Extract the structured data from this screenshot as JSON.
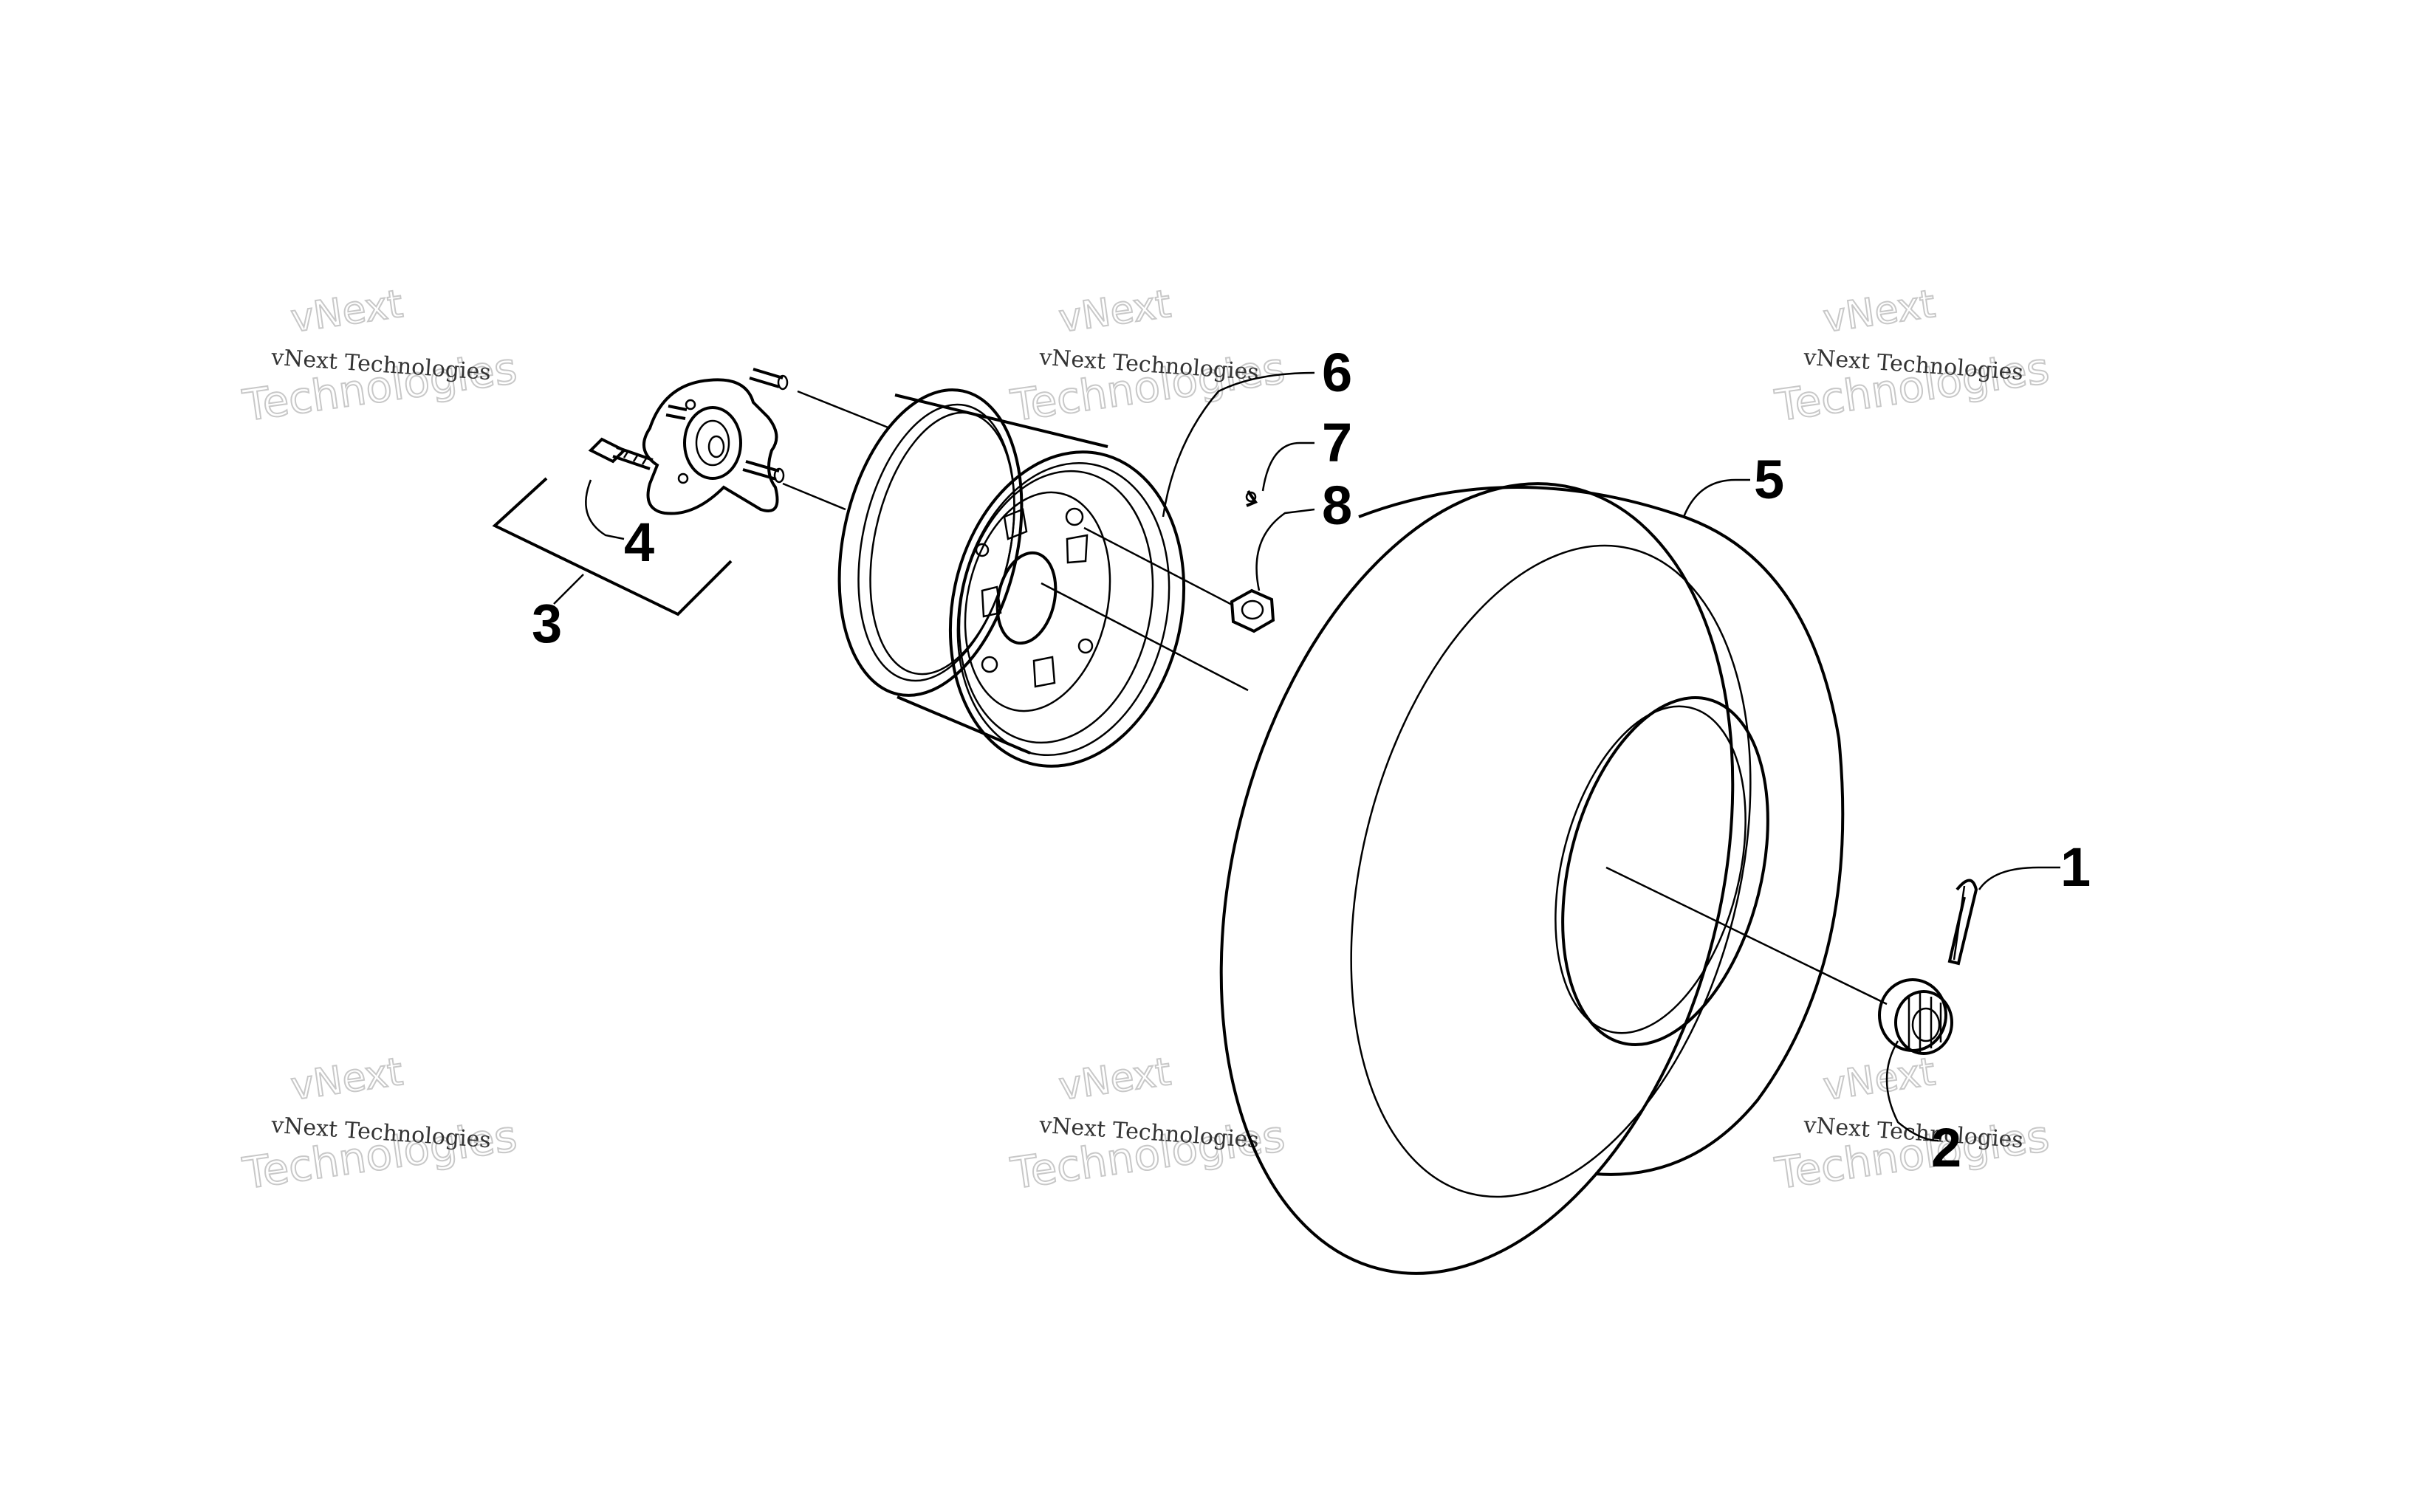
{
  "diagram": {
    "callouts": [
      "1",
      "2",
      "3",
      "4",
      "5",
      "6",
      "7",
      "8"
    ],
    "watermark": {
      "line_small": "vNext Technologies",
      "line_top": "vNext",
      "line_big": "Technologies"
    },
    "parts": [
      "hub",
      "hub-bolt",
      "rim",
      "tire",
      "axle-nut",
      "cotter-pin",
      "valve",
      "lug-nut"
    ]
  }
}
